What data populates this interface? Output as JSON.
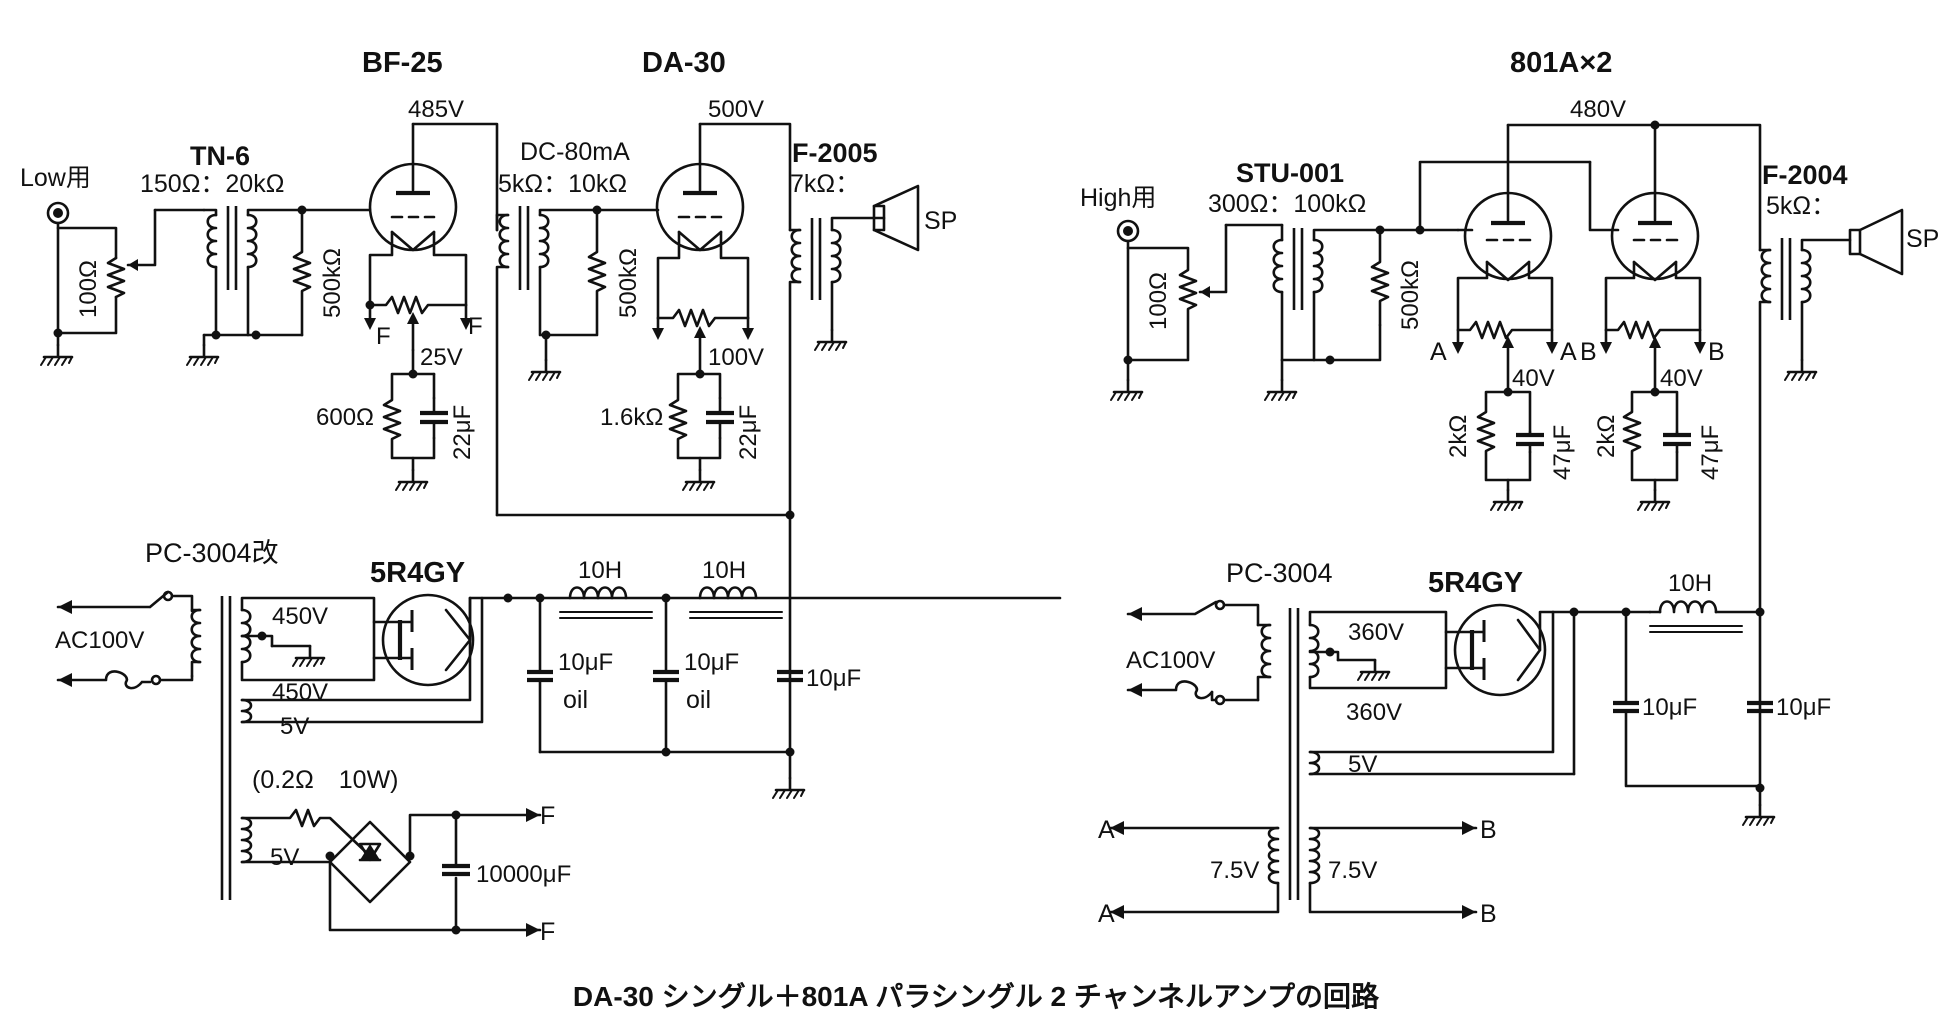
{
  "left": {
    "tube1": "BF-25",
    "tube2": "DA-30",
    "b1": "485V",
    "b2": "500V",
    "input_tr": "TN-6",
    "input_tr_ratio": "150Ω：20kΩ",
    "input_label": "Low用",
    "pot": "100Ω",
    "grid_r1": "500kΩ",
    "interstage": "DC-80mA",
    "interstage_ratio": "5kΩ：10kΩ",
    "grid_r2": "500kΩ",
    "out_tr": "F-2005",
    "out_tr_ratio": "7kΩ：",
    "sp": "SP",
    "f1": "F",
    "f2": "F",
    "k1_v": "25V",
    "k2_v": "100V",
    "k1_r": "600Ω",
    "k1_c": "22μF",
    "k2_r": "1.6kΩ",
    "k2_c": "22μF",
    "ptr": "PC-3004改",
    "ac": "AC100V",
    "v450a": "450V",
    "v450b": "450V",
    "v5": "5V",
    "rect": "5R4GY",
    "choke1": "10H",
    "choke2": "10H",
    "c1": "10μF",
    "c1_type": "oil",
    "c2": "10μF",
    "c2_type": "oil",
    "c3": "10μF",
    "res_note": "(0.2Ω　10W)",
    "heater_v": "5V",
    "big_c": "10000μF",
    "out_f1": "F",
    "out_f2": "F"
  },
  "right": {
    "tube": "801A×2",
    "b": "480V",
    "input_tr": "STU-001",
    "input_tr_ratio": "300Ω：100kΩ",
    "input_label": "High用",
    "pot": "100Ω",
    "grid_r": "500kΩ",
    "out_tr": "F-2004",
    "out_tr_ratio": "5kΩ：",
    "sp": "SP",
    "fa1": "A",
    "fa2": "A",
    "fb1": "B",
    "fb2": "B",
    "k_v1": "40V",
    "k_v2": "40V",
    "k_r1": "2kΩ",
    "k_c1": "47μF",
    "k_r2": "2kΩ",
    "k_c2": "47μF",
    "ptr": "PC-3004",
    "ac": "AC100V",
    "v360a": "360V",
    "v360b": "360V",
    "v5": "5V",
    "rect": "5R4GY",
    "choke": "10H",
    "c1": "10μF",
    "c2": "10μF",
    "h_a1": "A",
    "h_a2": "A",
    "h_b1": "B",
    "h_b2": "B",
    "h_v1": "7.5V",
    "h_v2": "7.5V"
  },
  "caption": "DA-30 シングル＋801A パラシングル 2 チャンネルアンプの回路"
}
